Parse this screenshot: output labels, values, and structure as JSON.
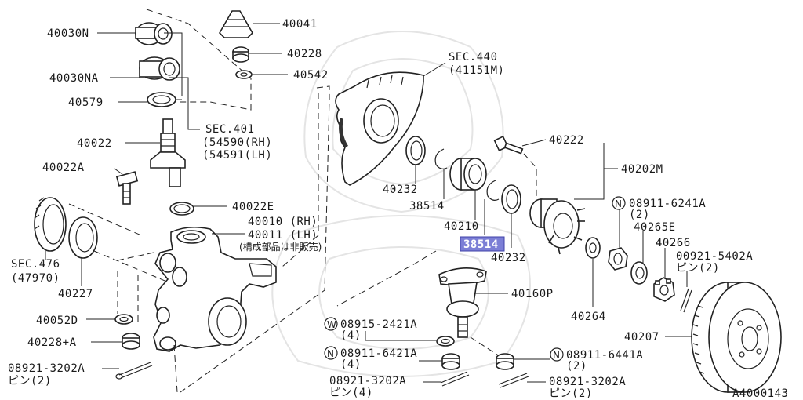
{
  "diagram_id": "A4000143",
  "labels": {
    "l40030N": "40030N",
    "l40030NA": "40030NA",
    "l40579": "40579",
    "l40041": "40041",
    "l40228": "40228",
    "l40542": "40542",
    "sec401_title": "SEC.401",
    "sec401_rh": "(54590(RH)",
    "sec401_lh": "(54591(LH)",
    "l40022": "40022",
    "l40022A": "40022A",
    "l40022E": "40022E",
    "knuckle_rh": "40010 (RH)",
    "knuckle_lh": "40011 (LH)",
    "knuckle_note": "(構成部品は非販売)",
    "sec476_title": "SEC.476",
    "sec476_sub": "(47970)",
    "l40227": "40227",
    "l40052D": "40052D",
    "l40228A": "40228+A",
    "l08921_left": "08921-3202A",
    "pin2_left": "ピン(2)",
    "sec440_title": "SEC.440",
    "sec440_sub": "(41151M)",
    "l40232_top": "40232",
    "l38514_top": "38514",
    "l40210": "40210",
    "l38514_hl": "38514",
    "l40232_bottom": "40232",
    "l40222": "40222",
    "l40202M": "40202M",
    "l08911_6241A": "08911-6241A",
    "qty_6241A": "(2)",
    "l40265E": "40265E",
    "l40266": "40266",
    "l00921": "00921-5402A",
    "pin2_right_top": "ピン(2)",
    "l40160P": "40160P",
    "l08915": "08915-2421A",
    "qty_08915": "(4)",
    "l08911_6421A": "08911-6421A",
    "qty_6421A": "(4)",
    "l08921_mid": "08921-3202A",
    "pin4": "ピン(4)",
    "l08911_6441A": "08911-6441A",
    "qty_6441A": "(2)",
    "l08921_right": "08921-3202A",
    "pin2_right_bottom": "ピン(2)",
    "l40264": "40264",
    "l40207": "40207",
    "circle_w": "W",
    "circle_n": "N"
  },
  "highlight_color": "#7c7fd6"
}
